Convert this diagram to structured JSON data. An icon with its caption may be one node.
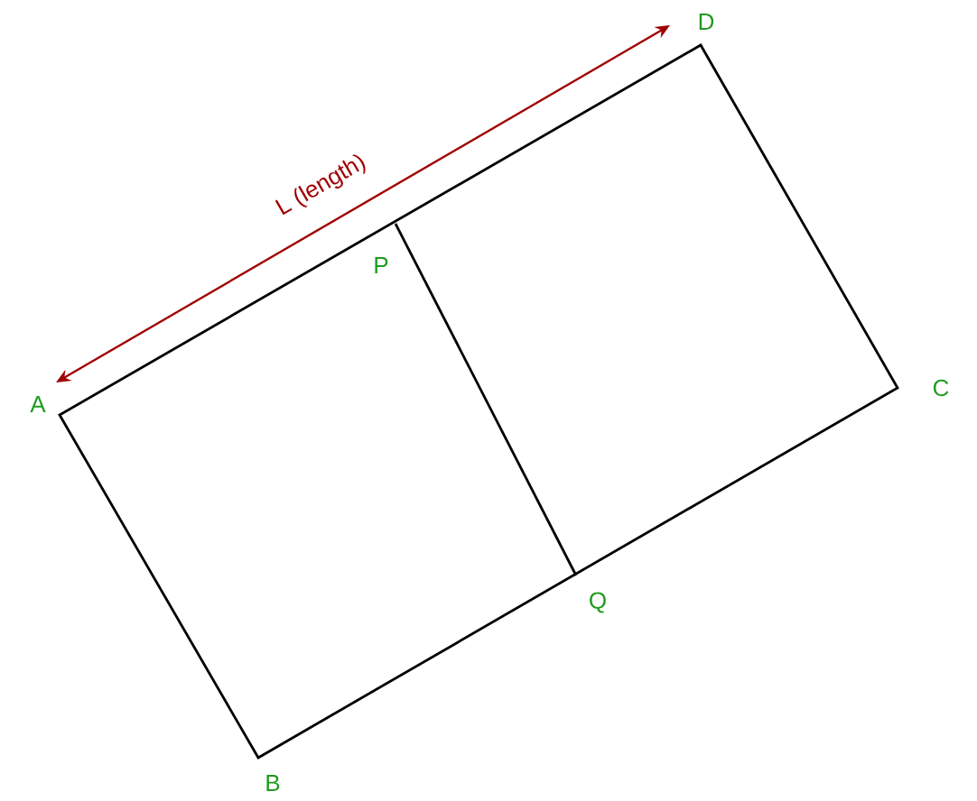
{
  "diagram": {
    "labels": [
      "L (length)",
      "D",
      "A",
      "P",
      "C",
      "Q",
      "B"
    ]
  }
}
